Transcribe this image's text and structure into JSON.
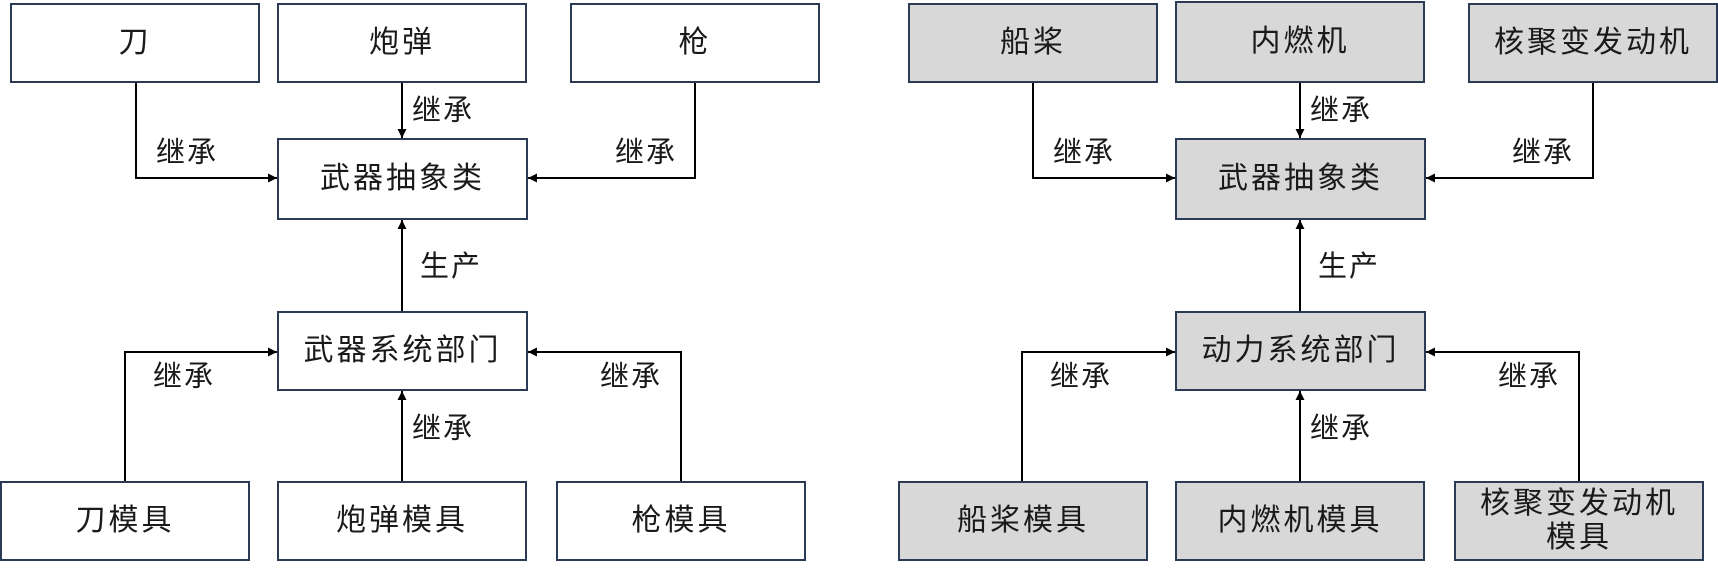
{
  "left": {
    "top_boxes": [
      "刀",
      "炮弹",
      "枪"
    ],
    "center_box": "武器抽象类",
    "dept_box": "武器系统部门",
    "bottom_boxes": [
      "刀模具",
      "炮弹模具",
      "枪模具"
    ],
    "labels": {
      "inherit_top_left": "继承",
      "inherit_top_mid": "继承",
      "inherit_top_right": "继承",
      "produce": "生产",
      "inherit_bottom_left": "继承",
      "inherit_bottom_mid": "继承",
      "inherit_bottom_right": "继承"
    }
  },
  "right": {
    "top_boxes": [
      "船桨",
      "内燃机",
      "核聚变发动机"
    ],
    "center_box": "武器抽象类",
    "dept_box": "动力系统部门",
    "bottom_boxes": [
      "船桨模具",
      "内燃机模具",
      "核聚变发动机\n模具"
    ],
    "labels": {
      "inherit_top_left": "继承",
      "inherit_top_mid": "继承",
      "inherit_top_right": "继承",
      "produce": "生产",
      "inherit_bottom_left": "继承",
      "inherit_bottom_mid": "继承",
      "inherit_bottom_right": "继承"
    }
  },
  "colors": {
    "box_border": "#2b3a55",
    "gray_fill": "#d8d8d8",
    "line": "#000000"
  }
}
